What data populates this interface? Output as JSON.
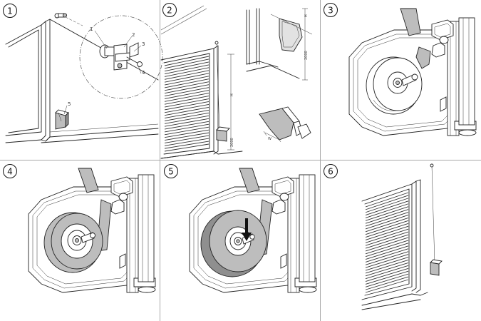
{
  "steps": [
    {
      "number": "1",
      "callouts": [
        "1",
        "2",
        "3",
        "4",
        "5"
      ]
    },
    {
      "number": "2",
      "dimensions": [
        "H",
        "2000",
        "H",
        "2000",
        "W"
      ]
    },
    {
      "number": "3"
    },
    {
      "number": "4"
    },
    {
      "number": "5"
    },
    {
      "number": "6"
    }
  ],
  "icons": {
    "step_badge": "circled-number",
    "arrow": "down-arrow",
    "hardware": "pin-bracket-assembly"
  },
  "colors": {
    "line": "#222222",
    "grid": "#a8a8a8",
    "strap": "#bdbdbd",
    "strap_dark": "#8f8f8f"
  }
}
